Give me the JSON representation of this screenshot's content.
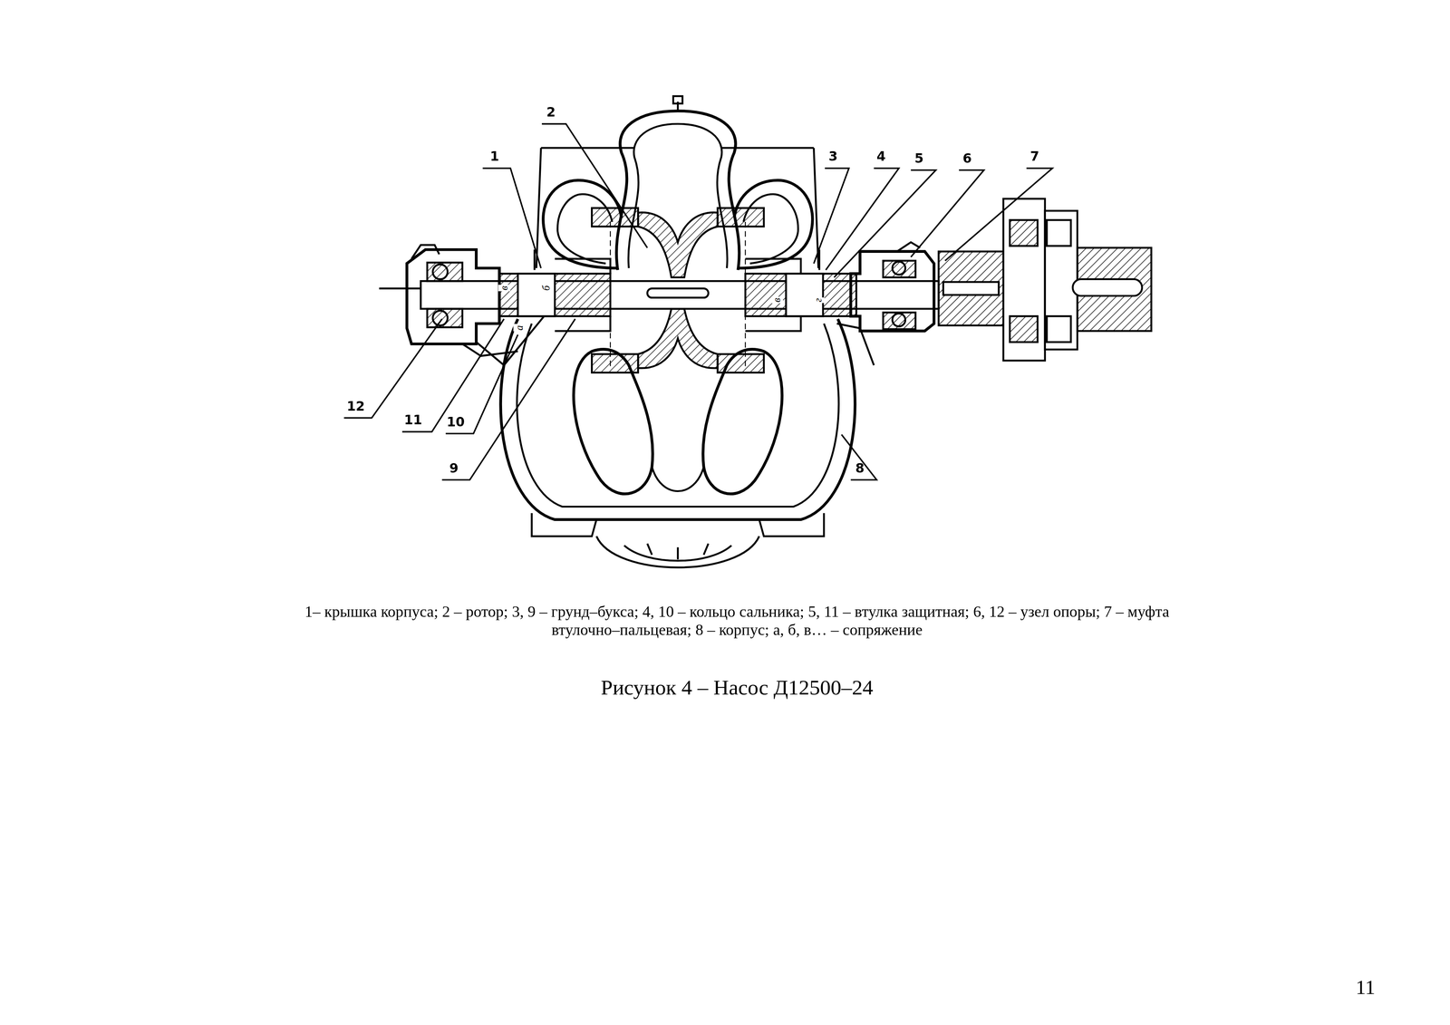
{
  "diagram": {
    "caption": "Рисунок 4 – Насос Д12500–24",
    "labels": [
      "1",
      "2",
      "3",
      "4",
      "5",
      "6",
      "7",
      "8",
      "9",
      "10",
      "11",
      "12",
      "в",
      "б",
      "а",
      "в",
      "г",
      "1– крышка корпуса; 2 – ротор; 3, 9 – грунд–букса; 4, 10 – кольцо сальника; 5, 11 – втулка защитная; 6, 12 – узел опоры; 7 – муфта втулочно–пальцевая; 8 – корпус; а, б, в… – сопряжение",
      "11"
    ]
  }
}
